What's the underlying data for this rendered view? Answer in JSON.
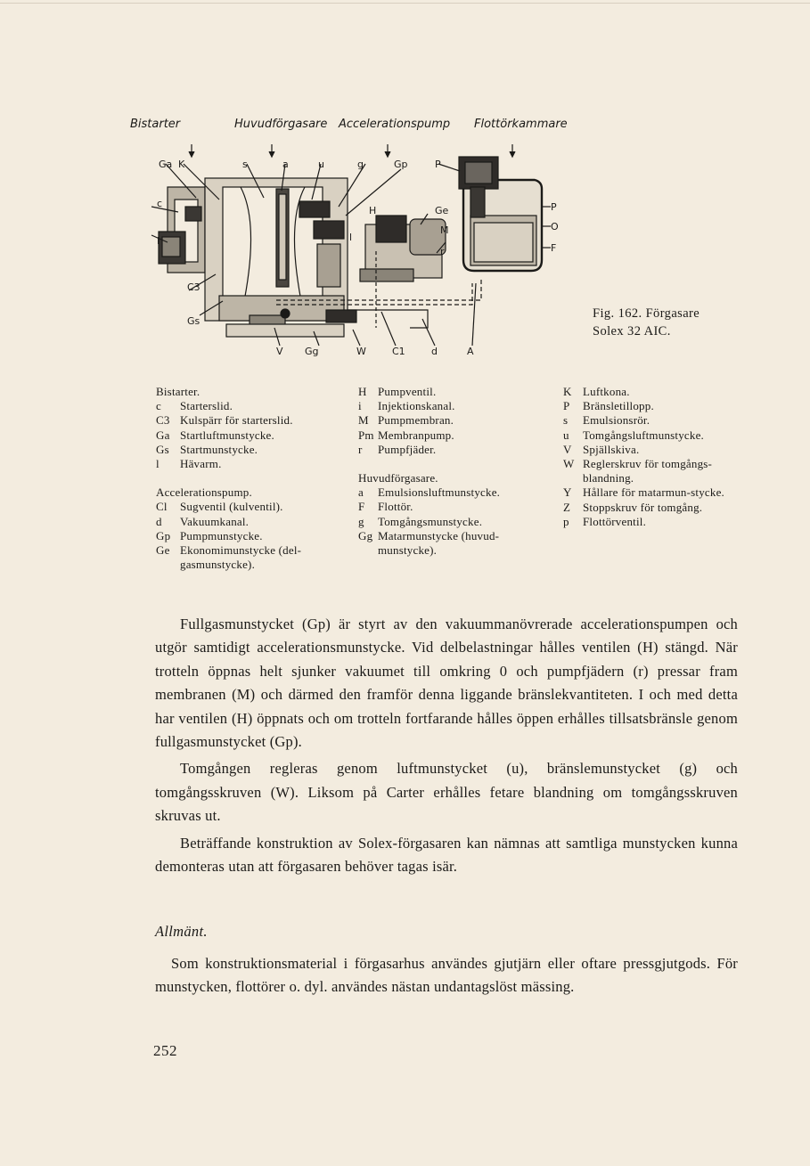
{
  "figure": {
    "headings": [
      "Bistarter",
      "Huvudförgasare",
      "Accelerationspump",
      "Flottörkammare"
    ],
    "part_labels": {
      "Ga": "Ga",
      "K": "K",
      "s": "s",
      "a": "a",
      "u": "u",
      "g": "g",
      "Gp": "Gp",
      "P_top": "P",
      "c": "c",
      "l_left": "l",
      "H": "H",
      "Ge": "Ge",
      "M": "M",
      "l_mid": "l",
      "r": "r",
      "P_right": "P",
      "O": "O",
      "F": "F",
      "C3": "C3",
      "Gs": "Gs",
      "V": "V",
      "Gg": "Gg",
      "W": "W",
      "C1": "C1",
      "d": "d",
      "A": "A"
    },
    "caption": [
      "Fig. 162. Förgasare",
      "Solex 32 AIC."
    ]
  },
  "legend": {
    "col1": {
      "sections": [
        {
          "title": "Bistarter.",
          "rows": [
            {
              "code": "c",
              "text": "Starterslid."
            },
            {
              "code": "C3",
              "text": "Kulspärr för starterslid."
            },
            {
              "code": "Ga",
              "text": "Startluftmunstycke."
            },
            {
              "code": "Gs",
              "text": "Startmunstycke."
            },
            {
              "code": "l",
              "text": "Hävarm."
            }
          ]
        },
        {
          "title": "Accelerationspump.",
          "rows": [
            {
              "code": "Cl",
              "text": "Sugventil (kulventil)."
            },
            {
              "code": "d",
              "text": "Vakuumkanal."
            },
            {
              "code": "Gp",
              "text": "Pumpmunstycke."
            },
            {
              "code": "Ge",
              "text": "Ekonomimunstycke (del-gasmunstycke)."
            }
          ]
        }
      ]
    },
    "col2": {
      "sections": [
        {
          "title": "",
          "rows": [
            {
              "code": "H",
              "text": "Pumpventil."
            },
            {
              "code": "i",
              "text": "Injektionskanal."
            },
            {
              "code": "M",
              "text": "Pumpmembran."
            },
            {
              "code": "Pm",
              "text": "Membranpump."
            },
            {
              "code": "r",
              "text": "Pumpfjäder."
            }
          ]
        },
        {
          "title": "Huvudförgasare.",
          "rows": [
            {
              "code": "a",
              "text": "Emulsionsluftmunstycke."
            },
            {
              "code": "F",
              "text": "Flottör."
            },
            {
              "code": "g",
              "text": "Tomgångsmunstycke."
            },
            {
              "code": "Gg",
              "text": "Matarmunstycke (huvud-munstycke)."
            }
          ]
        }
      ]
    },
    "col3": {
      "sections": [
        {
          "title": "",
          "rows": [
            {
              "code": "K",
              "text": "Luftkona."
            },
            {
              "code": "P",
              "text": "Bränsletillopp."
            },
            {
              "code": "s",
              "text": "Emulsionsrör."
            },
            {
              "code": "u",
              "text": "Tomgångsluftmunstycke."
            },
            {
              "code": "V",
              "text": "Spjällskiva."
            },
            {
              "code": "W",
              "text": "Reglerskruv för tomgångs-blandning."
            },
            {
              "code": "Y",
              "text": "Hållare för matarmun-stycke."
            },
            {
              "code": "Z",
              "text": "Stoppskruv för tomgång."
            },
            {
              "code": "p",
              "text": "Flottörventil."
            }
          ]
        }
      ]
    }
  },
  "body": {
    "paragraphs": [
      "Fullgasmunstycket (Gp) är styrt av den vakuummanövrerade accelerationspumpen och utgör samtidigt accelerationsmunstycke. Vid delbelastningar hålles ventilen (H) stängd. När trotteln öppnas helt sjunker vakuumet till omkring 0 och pumpfjädern (r) pressar fram membranen (M) och därmed den framför denna liggande bränslekvantiteten. I och med detta har ventilen (H) öppnats och om trotteln fortfarande hålles öppen erhålles tillsatsbränsle genom fullgasmunstycket (Gp).",
      "Tomgången regleras genom luftmunstycket (u), bränslemunstycket (g) och tomgångsskruven (W). Liksom på Carter erhålles fetare blandning om tomgångsskruven skruvas ut.",
      "Beträffande konstruktion av Solex-förgasaren kan nämnas att samtliga munstycken kunna demonteras utan att förgasaren behöver tagas isär."
    ],
    "section_title": "Allmänt.",
    "section_paragraphs": [
      "Som konstruktionsmaterial i förgasarhus användes gjutjärn eller oftare pressgjutgods. För munstycken, flottörer o. dyl. användes nästan undantagslöst mässing."
    ]
  },
  "page_number": "252"
}
